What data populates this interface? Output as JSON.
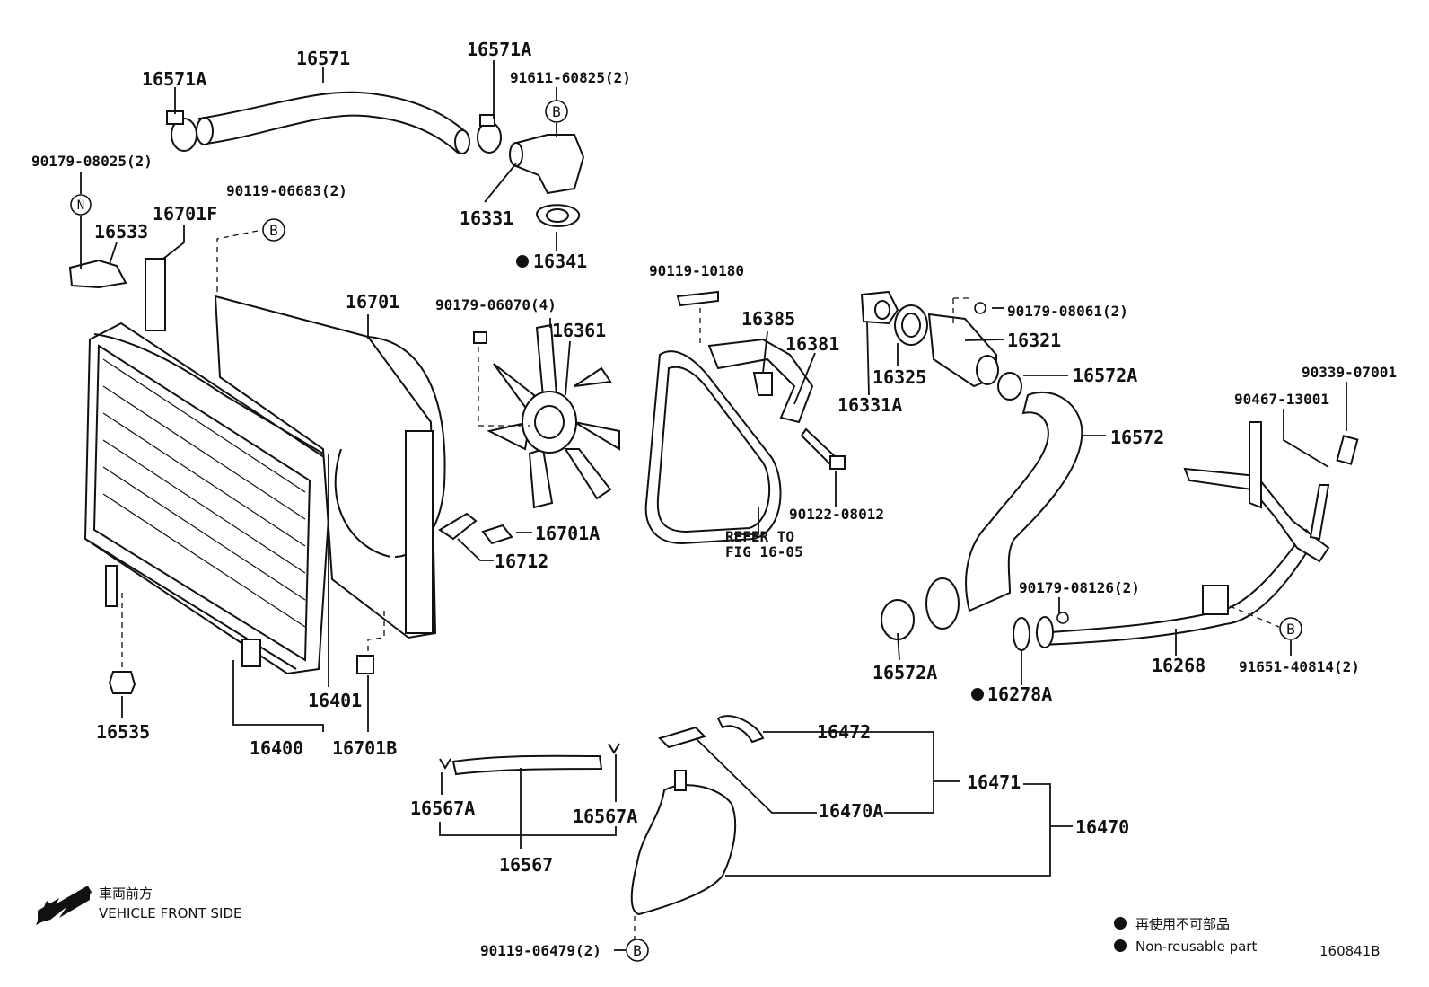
{
  "labels": {
    "p16571": "16571",
    "p16571A_left": "16571A",
    "p16571A_right": "16571A",
    "p91611": "91611-60825(2)",
    "p90179_08025": "90179-08025(2)",
    "p16331": "16331",
    "p90119_06683": "90119-06683(2)",
    "p16701F": "16701F",
    "p16533": "16533",
    "p16341": "16341",
    "p16701": "16701",
    "p90179_06070": "90179-06070(4)",
    "p16361": "16361",
    "p90119_10180": "90119-10180",
    "p16385": "16385",
    "p16381": "16381",
    "p90179_08061": "90179-08061(2)",
    "p16321": "16321",
    "p16325": "16325",
    "p16331A": "16331A",
    "p16572A_top": "16572A",
    "p16572": "16572",
    "p90339": "90339-07001",
    "p90467": "90467-13001",
    "p90122": "90122-08012",
    "p16701A": "16701A",
    "p16712": "16712",
    "refer_line1": "REFER TO",
    "refer_line2": "FIG 16-05",
    "p90179_08126": "90179-08126(2)",
    "p16268": "16268",
    "p91651": "91651-40814(2)",
    "p16572A_bottom": "16572A",
    "p16278A": "16278A",
    "p16401": "16401",
    "p16535": "16535",
    "p16400": "16400",
    "p16701B": "16701B",
    "p16472": "16472",
    "p16471": "16471",
    "p16470A": "16470A",
    "p16470": "16470",
    "p16567A_left": "16567A",
    "p16567A_right": "16567A",
    "p16567": "16567",
    "p90119_06479": "90119-06479(2)"
  },
  "markers": {
    "N": "N",
    "B": "B"
  },
  "legend": {
    "direction_jp": "車両前方",
    "direction_en": "VEHICLE FRONT SIDE",
    "nonreusable_jp": "再使用不可部品",
    "nonreusable_en": "Non-reusable part"
  },
  "figure_id": "160841B"
}
